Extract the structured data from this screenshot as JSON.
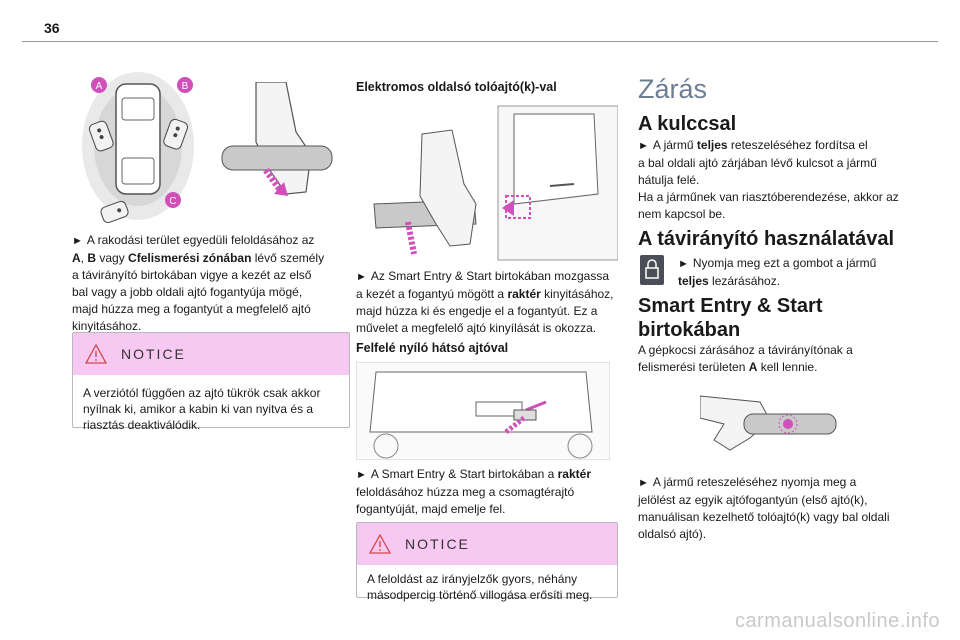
{
  "page": {
    "number": "36"
  },
  "col1": {
    "figure_labels": {
      "a": "A",
      "b": "B",
      "c": "C"
    },
    "para1": {
      "arrow": "►",
      "t1": "A rakodási terület egyedüli feloldásához az",
      "t2a": "A",
      "t2b": ", ",
      "t2c": "B",
      "t2d": " vagy ",
      "t2e": "Cfelismerési zónában",
      "t2f": " lévő személy",
      "t3": "a távirányító birtokában vigye a kezét az első",
      "t4": "bal vagy a jobb oldali ajtó fogantyúja mögé,",
      "t5": "majd húzza meg a fogantyút a megfelelő ajtó",
      "t6": "kinyitásához."
    },
    "notice": {
      "title": "NOTICE",
      "l1": "A verziótól függően az ajtó tükrök csak akkor",
      "l2": "nyílnak ki, amikor a kabin ki van nyitva és a",
      "l3": "riasztás deaktiválódik."
    }
  },
  "col2": {
    "heading1": "Elektromos oldalsó tolóajtó(k)-val",
    "para1": {
      "arrow": "►",
      "l1": "Az Smart Entry & Start birtokában mozgassa",
      "l2a": "a kezét a fogantyú mögött a ",
      "l2b": "raktér",
      "l2c": " kinyitásához,",
      "l3": "majd húzza ki és engedje el a fogantyút. Ez a",
      "l4": "művelet a megfelelő ajtó kinyílását is okozza."
    },
    "heading2": "Felfelé nyíló hátsó ajtóval",
    "para2": {
      "arrow": "►",
      "l1a": "A Smart Entry & Start birtokában a ",
      "l1b": "raktér",
      "l2": "feloldásához húzza meg a csomagtérajtó",
      "l3": "fogantyúját, majd emelje fel."
    },
    "notice": {
      "title": "NOTICE",
      "l1": "A feloldást az irányjelzők gyors, néhány",
      "l2": "másodpercig történő villogása erősíti meg."
    }
  },
  "col3": {
    "title": "Zárás",
    "h_key": "A kulccsal",
    "key_para": {
      "arrow": "►",
      "l1a": "A jármű ",
      "l1b": "teljes",
      "l1c": " reteszeléséhez fordítsa el",
      "l2": "a bal oldali ajtó zárjában lévő kulcsot a jármű",
      "l3": "hátulja felé.",
      "l4": "Ha a járműnek van riasztóberendezése, akkor az",
      "l5": "nem kapcsol be."
    },
    "h_remote": "A távirányító használatával",
    "remote_para": {
      "arrow": "►",
      "l1": "Nyomja meg ezt a gombot a jármű",
      "l2a": "teljes",
      "l2b": " lezárásához."
    },
    "h_smart1": "Smart Entry & Start",
    "h_smart2": "birtokában",
    "smart_para": {
      "l1": "A gépkocsi zárásához a távirányítónak a",
      "l2a": "felismerési területen ",
      "l2b": "A",
      "l2c": " kell lennie."
    },
    "lock_para": {
      "arrow": "►",
      "l1": "A jármű reteszeléséhez nyomja meg a",
      "l2": "jelölést az egyik ajtófogantyún (első ajtó(k),",
      "l3": "manuálisan kezelhető tolóajtó(k) vagy bal oldali",
      "l4": "oldalsó ajtó)."
    }
  },
  "footer": {
    "watermark": "carmanualsonline.info"
  },
  "colors": {
    "notice_bg": "#f7c8f1",
    "heading_gray": "#6d7e94",
    "accent_magenta": "#d14fb9"
  }
}
